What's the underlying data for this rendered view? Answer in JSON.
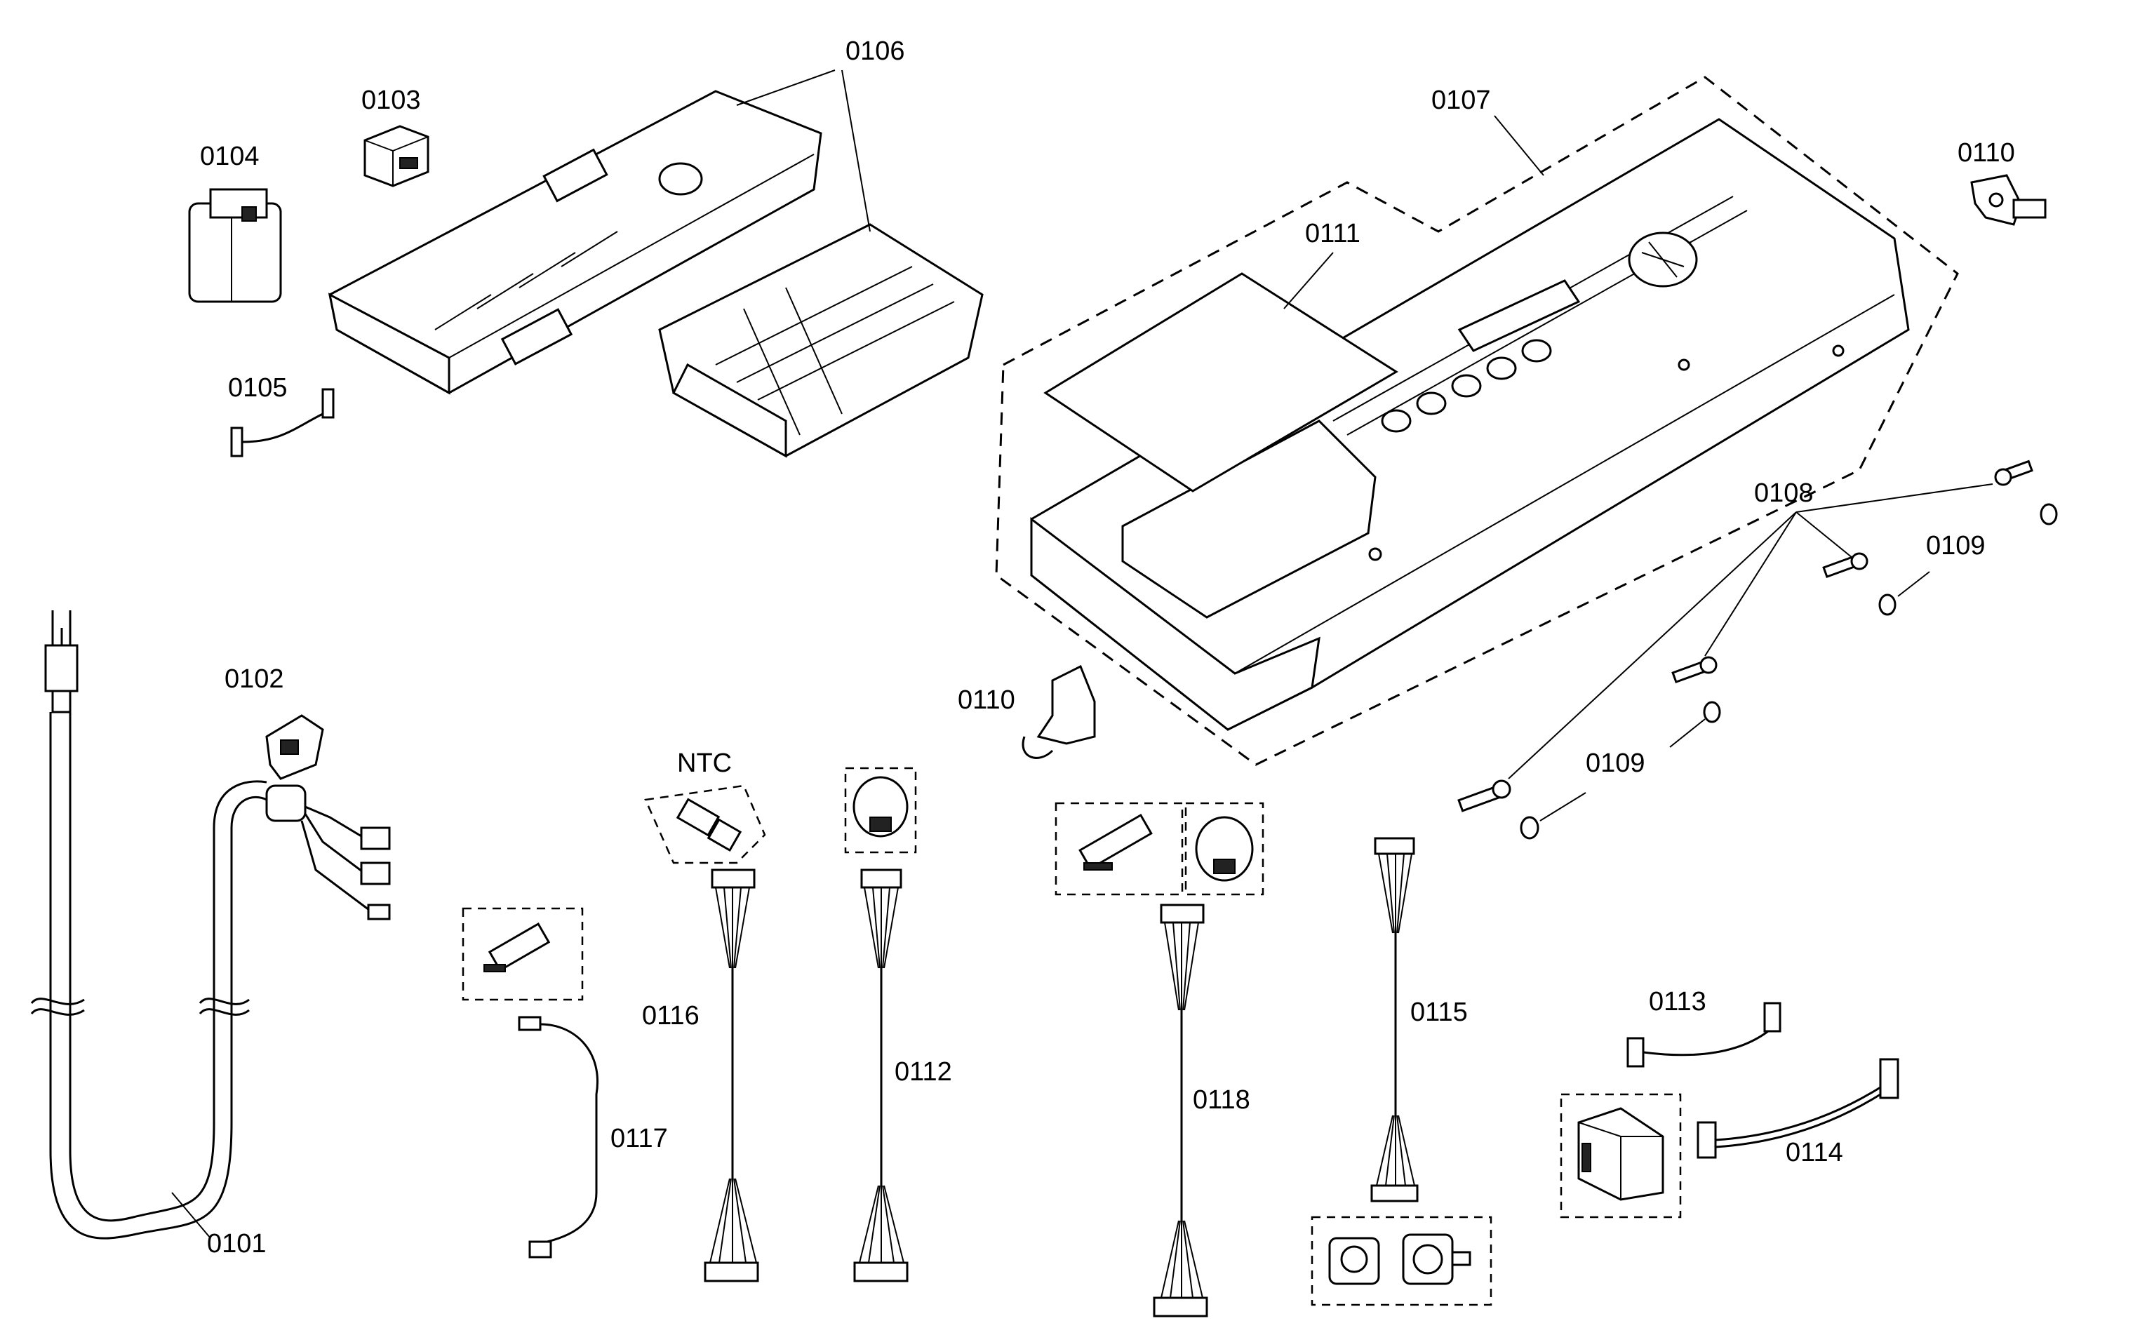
{
  "callouts": {
    "p0101": "0101",
    "p0102": "0102",
    "p0103": "0103",
    "p0104": "0104",
    "p0105": "0105",
    "p0106": "0106",
    "p0107": "0107",
    "p0108": "0108",
    "p0109a": "0109",
    "p0109b": "0109",
    "p0110a": "0110",
    "p0110b": "0110",
    "p0111": "0111",
    "p0112": "0112",
    "p0113": "0113",
    "p0114": "0114",
    "p0115": "0115",
    "p0116": "0116",
    "p0117": "0117",
    "p0118": "0118",
    "ntc": "NTC"
  }
}
